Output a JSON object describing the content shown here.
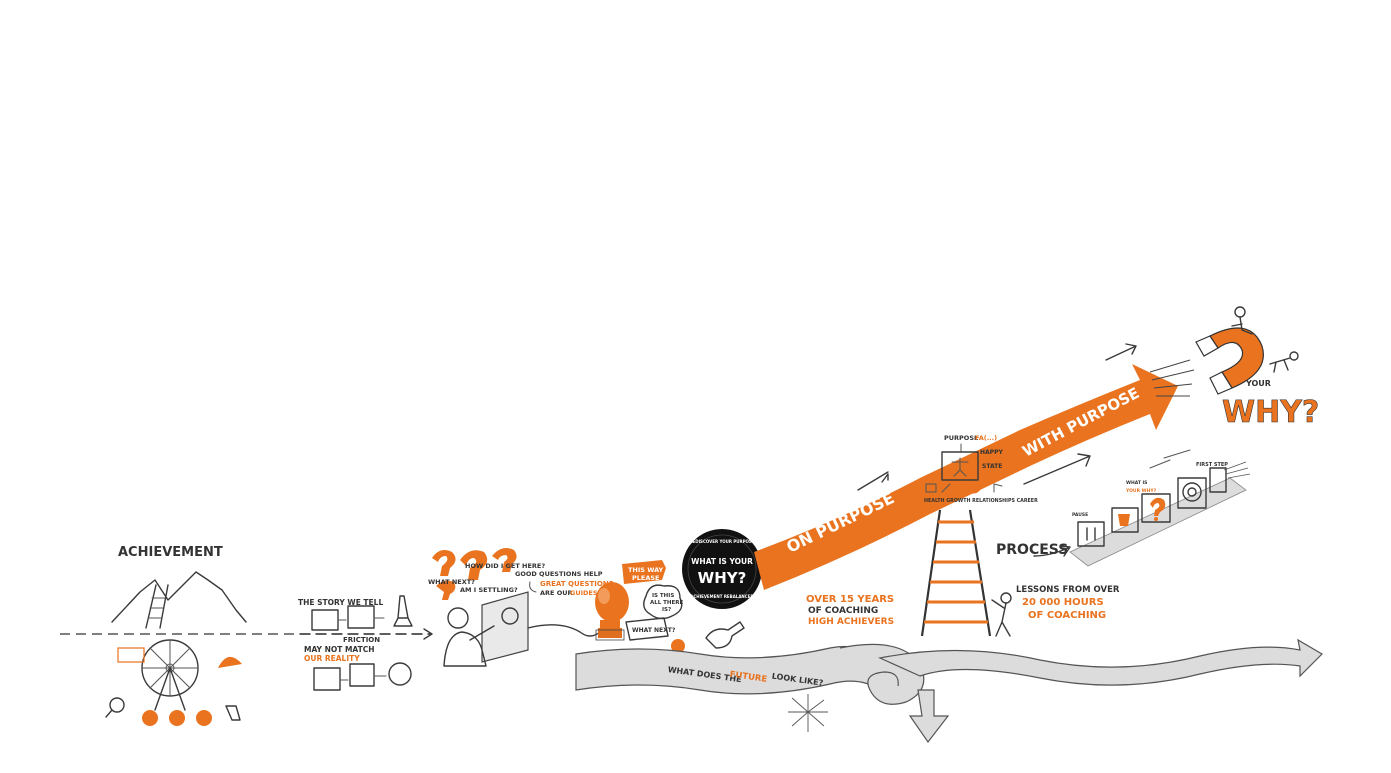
{
  "colors": {
    "accent": "#e9731f",
    "ink": "#333333",
    "ribbon": "#dcdcdc",
    "badge": "#111111"
  },
  "achievement": {
    "title": "ACHIEVEMENT"
  },
  "story": {
    "line1": "THE STORY WE TELL",
    "friction": "FRICTION",
    "line2": "MAY NOT MATCH",
    "line3": "OUR REALITY"
  },
  "questions": {
    "q1": "HOW DID I GET HERE?",
    "q2": "WHAT NEXT?",
    "q3": "AM I SETTLING?",
    "help": "GOOD QUESTIONS HELP",
    "great": "GREAT QUESTIONS",
    "are_our": "ARE OUR",
    "guides": "GUIDES"
  },
  "sign": {
    "line1": "THIS WAY",
    "line2": "PLEASE"
  },
  "thoughts": {
    "is_this": "IS THIS",
    "all_there": "ALL THERE",
    "is": "IS?",
    "what_next": "WHAT NEXT?"
  },
  "ribbon": {
    "prefix": "WHAT DOES THE",
    "highlight": "FUTURE",
    "suffix": "LOOK LIKE?"
  },
  "badge": {
    "top": "REDISCOVER YOUR PURPOSE",
    "line1": "WHAT IS YOUR",
    "line2": "WHY?",
    "bottom": "ACHIEVEMENT REBALANCED"
  },
  "arrow": {
    "on_purpose": "ON PURPOSE",
    "with_purpose": "WITH PURPOSE"
  },
  "coaching": {
    "line1": "OVER 15 YEARS",
    "line2": "OF COACHING",
    "line3": "HIGH ACHIEVERS"
  },
  "purpose_board": {
    "title": "PURPOSE",
    "title_suffix": "FA(...)",
    "happy": "HAPPY",
    "state": "STATE",
    "labels": "HEALTH  GROWTH  RELATIONSHIPS  CAREER"
  },
  "process": {
    "title": "PROCESS",
    "line1": "LESSONS FROM OVER",
    "line2": "20 000 HOURS",
    "line3": "OF COACHING"
  },
  "steps": {
    "first": "FIRST STEP",
    "what_is": "WHAT IS",
    "your_why": "YOUR WHY?",
    "pause": "PAUSE"
  },
  "magnet": {
    "your": "YOUR",
    "why": "WHY?"
  }
}
